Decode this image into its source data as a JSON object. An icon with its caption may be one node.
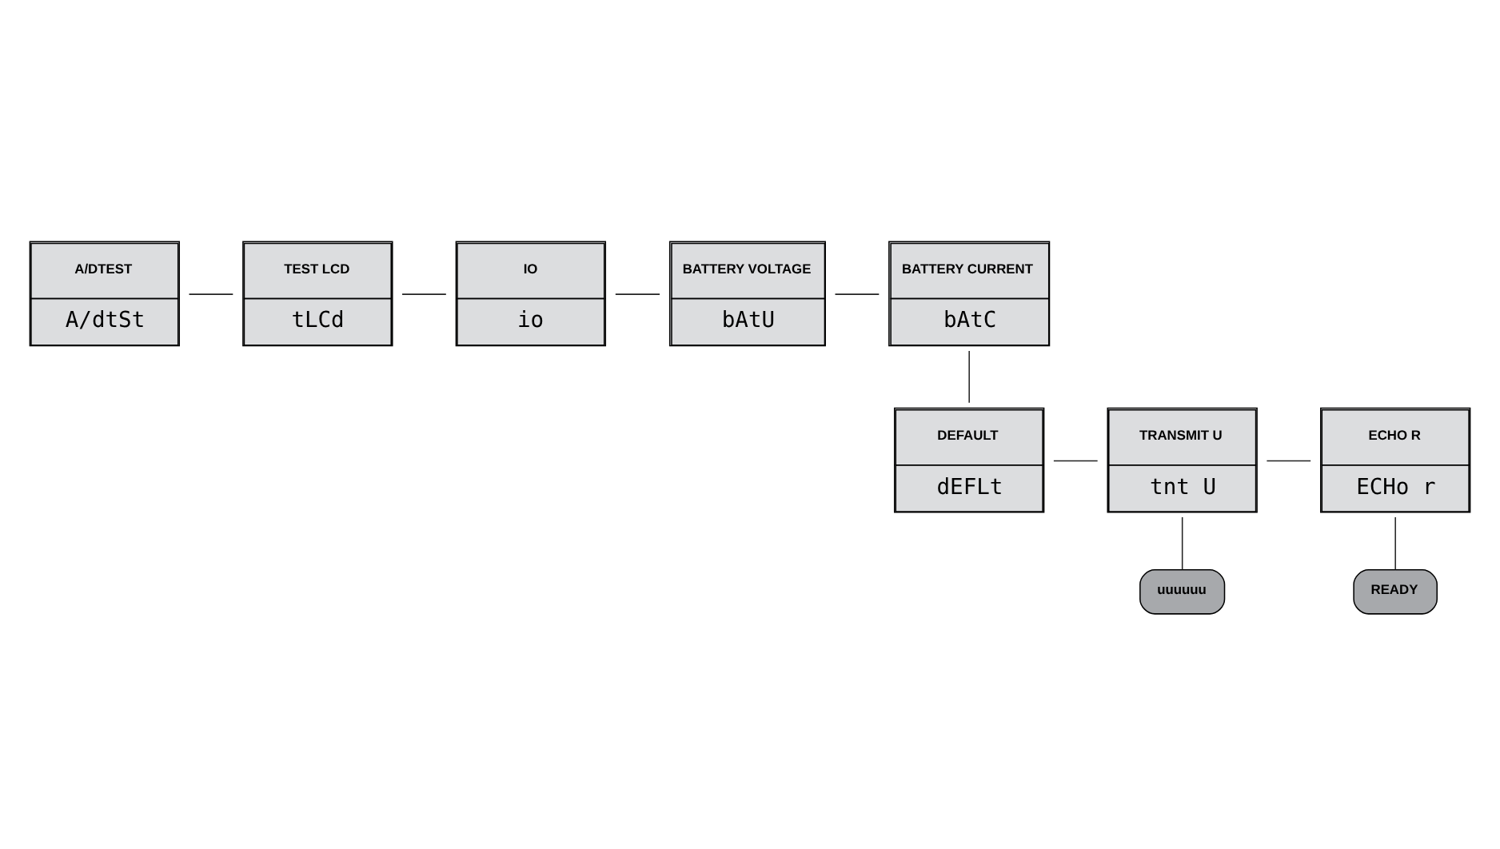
{
  "diagram": {
    "nodes": [
      {
        "text": [
          "A/DTEST",
          "A/dtSt"
        ]
      },
      {
        "text": [
          "TEST LCD",
          "tLCd"
        ]
      },
      {
        "text": [
          "IO",
          "io"
        ]
      },
      {
        "text": [
          "BATTERY VOLTAGE",
          "bAtU"
        ]
      },
      {
        "text": [
          "BATTERY CURRENT",
          "bAtC"
        ]
      },
      {
        "text": [
          "DEFAULT",
          "dEFLt"
        ]
      },
      {
        "text": [
          "TRANSMIT U",
          "tnt U"
        ]
      },
      {
        "text": [
          "ECHO R",
          "ECHo r"
        ]
      },
      {
        "text": [
          "uuuuuu"
        ]
      },
      {
        "text": [
          "READY"
        ]
      }
    ],
    "edges": [
      {
        "from": 0,
        "to": 1,
        "arrow": "none"
      },
      {
        "from": 1,
        "to": 2,
        "arrow": "none"
      },
      {
        "from": 2,
        "to": 3,
        "arrow": "none"
      },
      {
        "from": 3,
        "to": 4,
        "arrow": "none"
      },
      {
        "from": 4,
        "to": 5,
        "arrow": "none"
      },
      {
        "from": 5,
        "to": 6,
        "arrow": "none"
      },
      {
        "from": 6,
        "to": 7,
        "arrow": "none"
      },
      {
        "from": 6,
        "to": 8,
        "arrow": "none"
      },
      {
        "from": 7,
        "to": 9,
        "arrow": "none"
      }
    ]
  }
}
